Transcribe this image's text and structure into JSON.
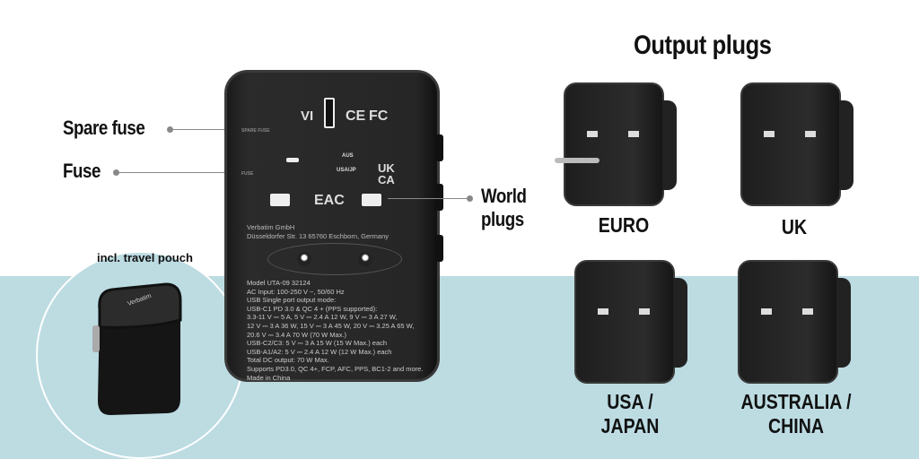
{
  "heading": "Output plugs",
  "callouts": {
    "spare_fuse": "Spare fuse",
    "fuse": "Fuse",
    "world_plugs_1": "World",
    "world_plugs_2": "plugs"
  },
  "pouch_label": "incl. travel pouch",
  "pouch_brand": "Verbatim",
  "device": {
    "brand_line": "Verbatim GmbH",
    "address": "Düsseldorfer Str. 13 65760 Eschborn, Germany",
    "marks": {
      "vi": "VI",
      "ce": "CE",
      "fc": "FC",
      "ukca1": "UK",
      "ukca2": "CA",
      "eac": "EAC",
      "aus": "AUS",
      "usa_jp": "USA/JP",
      "fuse": "FUSE",
      "spare": "SPARE FUSE"
    },
    "spec": [
      "Model UTA-09 32124",
      "AC Input: 100-250 V ~, 50/60 Hz",
      "USB Single port output mode:",
      "USB-C1 PD 3.0 & QC 4 + (PPS supported):",
      "3.3-11 V ⎓ 5 A, 5 V ⎓ 2.4 A 12 W, 9 V ⎓ 3 A 27 W,",
      "12 V ⎓ 3 A 36 W, 15 V ⎓ 3 A 45 W, 20 V ⎓ 3.25 A 65 W,",
      "20.6 V ⎓ 3.4 A 70 W (70 W Max.)",
      "USB-C2/C3: 5 V ⎓ 3 A 15 W (15 W Max.) each",
      "USB-A1/A2: 5 V ⎓ 2.4 A 12 W (12 W Max.) each",
      "Total DC output: 70 W Max.",
      "Supports PD3.0, QC 4+, FCP, AFC, PPS, BC1-2 and more.",
      "Made in China"
    ]
  },
  "plugs": [
    {
      "line1": "EURO",
      "line2": ""
    },
    {
      "line1": "UK",
      "line2": ""
    },
    {
      "line1": "USA / JAPAN",
      "line2": ""
    },
    {
      "line1": "AUSTRALIA /",
      "line2": "CHINA"
    }
  ]
}
